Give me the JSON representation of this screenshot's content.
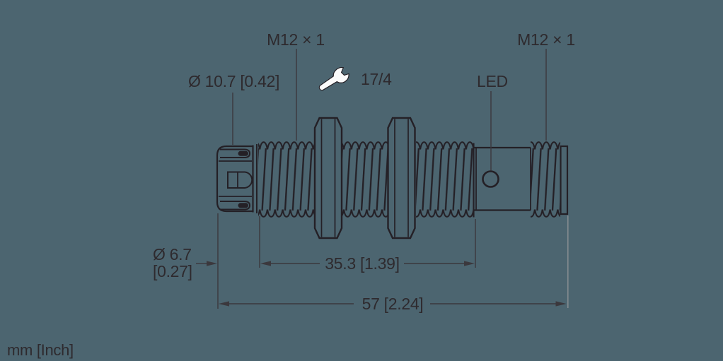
{
  "drawing": {
    "title": "sensor-dimension-drawing",
    "units_note": "mm [Inch]",
    "labels": {
      "thread_left": "M12 × 1",
      "thread_right": "M12 × 1",
      "body_diameter": "Ø 10.7 [0.42]",
      "wrench_size": "17/4",
      "led": "LED",
      "tip_diameter_line1": "Ø 6.7",
      "tip_diameter_line2": "[0.27]",
      "thread_length": "35.3 [1.39]",
      "total_length": "57 [2.24]"
    },
    "icons": {
      "wrench": "open-end-wrench-icon"
    },
    "colors": {
      "background": "#4c6570",
      "line": "#242026",
      "dimension_line": "#3b383d",
      "gray_extension_line": "#8c9195",
      "text": "#2e2a2e",
      "wrench_fill": "#fbfbfb"
    }
  }
}
